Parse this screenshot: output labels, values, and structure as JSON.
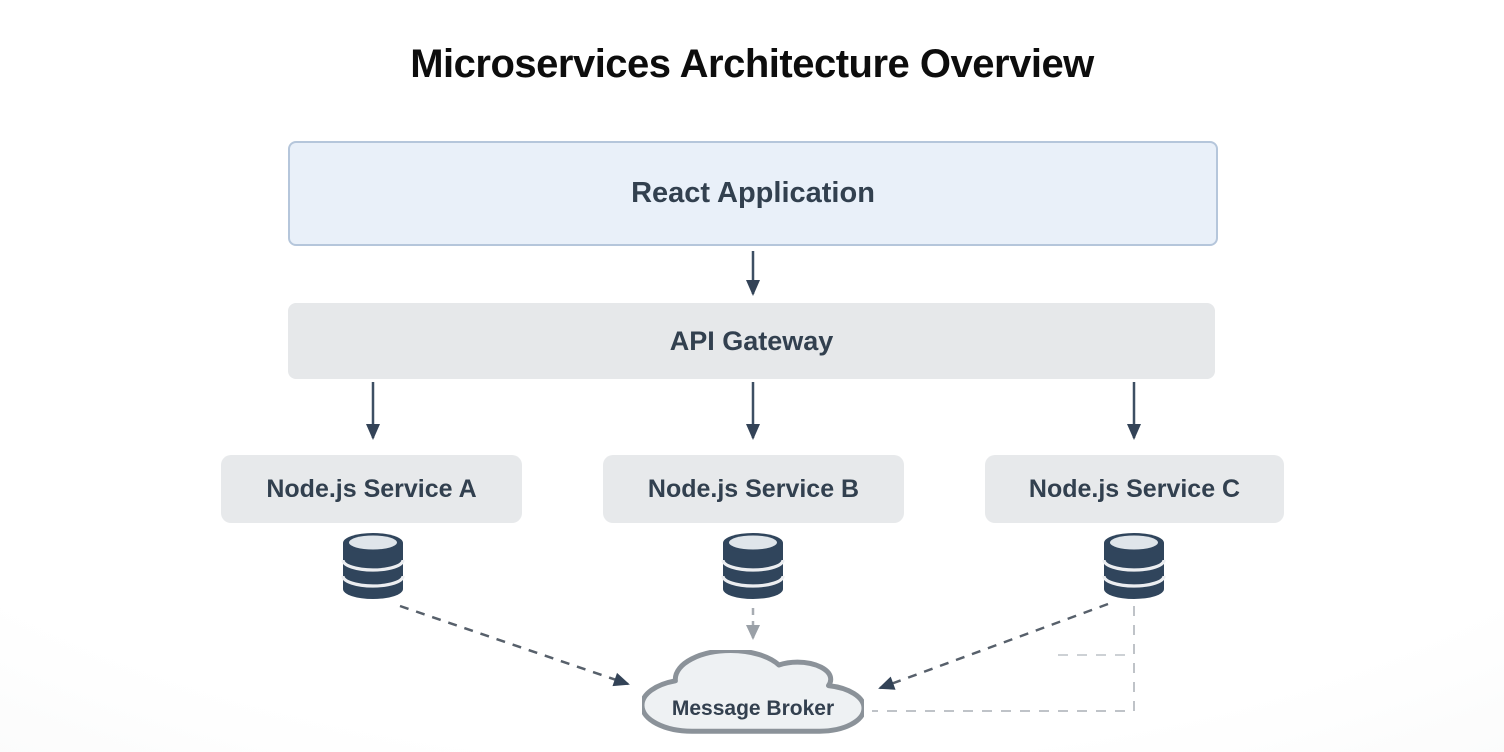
{
  "title": "Microservices Architecture Overview",
  "diagram": {
    "nodes": {
      "react_app": {
        "label": "React Application",
        "type": "box"
      },
      "api_gateway": {
        "label": "API Gateway",
        "type": "box"
      },
      "service_a": {
        "label": "Node.js Service A",
        "type": "box"
      },
      "service_b": {
        "label": "Node.js Service B",
        "type": "box"
      },
      "service_c": {
        "label": "Node.js Service C",
        "type": "box"
      },
      "database_a": {
        "label": "database-icon",
        "type": "icon"
      },
      "database_b": {
        "label": "database-icon",
        "type": "icon"
      },
      "database_c": {
        "label": "database-icon",
        "type": "icon"
      },
      "message_broker": {
        "label": "Message Broker",
        "type": "cloud"
      }
    },
    "edges": [
      {
        "from": "react_app",
        "to": "api_gateway",
        "style": "solid-arrow"
      },
      {
        "from": "api_gateway",
        "to": "service_a",
        "style": "solid-arrow"
      },
      {
        "from": "api_gateway",
        "to": "service_b",
        "style": "solid-arrow"
      },
      {
        "from": "api_gateway",
        "to": "service_c",
        "style": "solid-arrow"
      },
      {
        "from": "service_a",
        "to": "database_a",
        "style": "adjacent"
      },
      {
        "from": "service_b",
        "to": "database_b",
        "style": "adjacent"
      },
      {
        "from": "service_c",
        "to": "database_c",
        "style": "adjacent"
      },
      {
        "from": "database_a",
        "to": "message_broker",
        "style": "dashed-arrow-dark"
      },
      {
        "from": "database_b",
        "to": "message_broker",
        "style": "dashed-arrow-gray"
      },
      {
        "from": "database_c",
        "to": "message_broker",
        "style": "dashed-arrow-dark"
      },
      {
        "from": "database_c",
        "to": "message_broker",
        "style": "dashed-elbow-light"
      }
    ],
    "colors": {
      "react_fill": "#e9f0f9",
      "react_border": "#b5c6db",
      "gray_box_fill": "#e7e9eb",
      "node_text": "#32404f",
      "arrow_navy": "#334357",
      "dashed_dark": "#57606b",
      "dashed_gray": "#9aa0a7",
      "dashed_light": "#c5c9cd",
      "database_navy": "#30455c",
      "database_top": "#dfe5ea",
      "cloud_stroke": "#8b9299",
      "cloud_fill": "#eef1f3",
      "title_text": "#0d0d0d"
    }
  }
}
